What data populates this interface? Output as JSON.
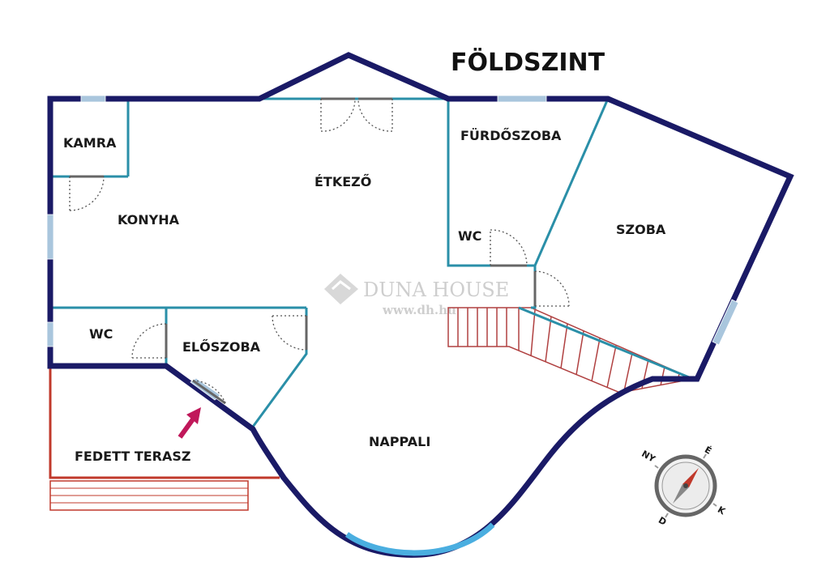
{
  "title": "FÖLDSZINT",
  "rooms": {
    "kamra": "KAMRA",
    "konyha": "KONYHA",
    "etkezo": "ÉTKEZŐ",
    "furdoszoba": "FÜRDŐSZOBA",
    "wc_upper": "WC",
    "szoba": "SZOBA",
    "wc_lower": "WC",
    "eloszoba": "ELŐSZOBA",
    "nappali": "NAPPALI",
    "fedett_terasz": "FEDETT TERASZ"
  },
  "watermark": {
    "brand": "DUNA HOUSE",
    "url": "www.dh.hu"
  },
  "compass": {
    "north": "É",
    "south": "D",
    "east": "K",
    "west": "NY"
  },
  "colors": {
    "outer_wall": "#1a1a66",
    "inner_wall": "#2a8fa8",
    "window": "#a9c6dd",
    "curved_window": "#4aaee0",
    "terrace": "#c0392b",
    "stairs": "#b04040",
    "entry_arrow": "#c0185a",
    "door": "#555555"
  }
}
